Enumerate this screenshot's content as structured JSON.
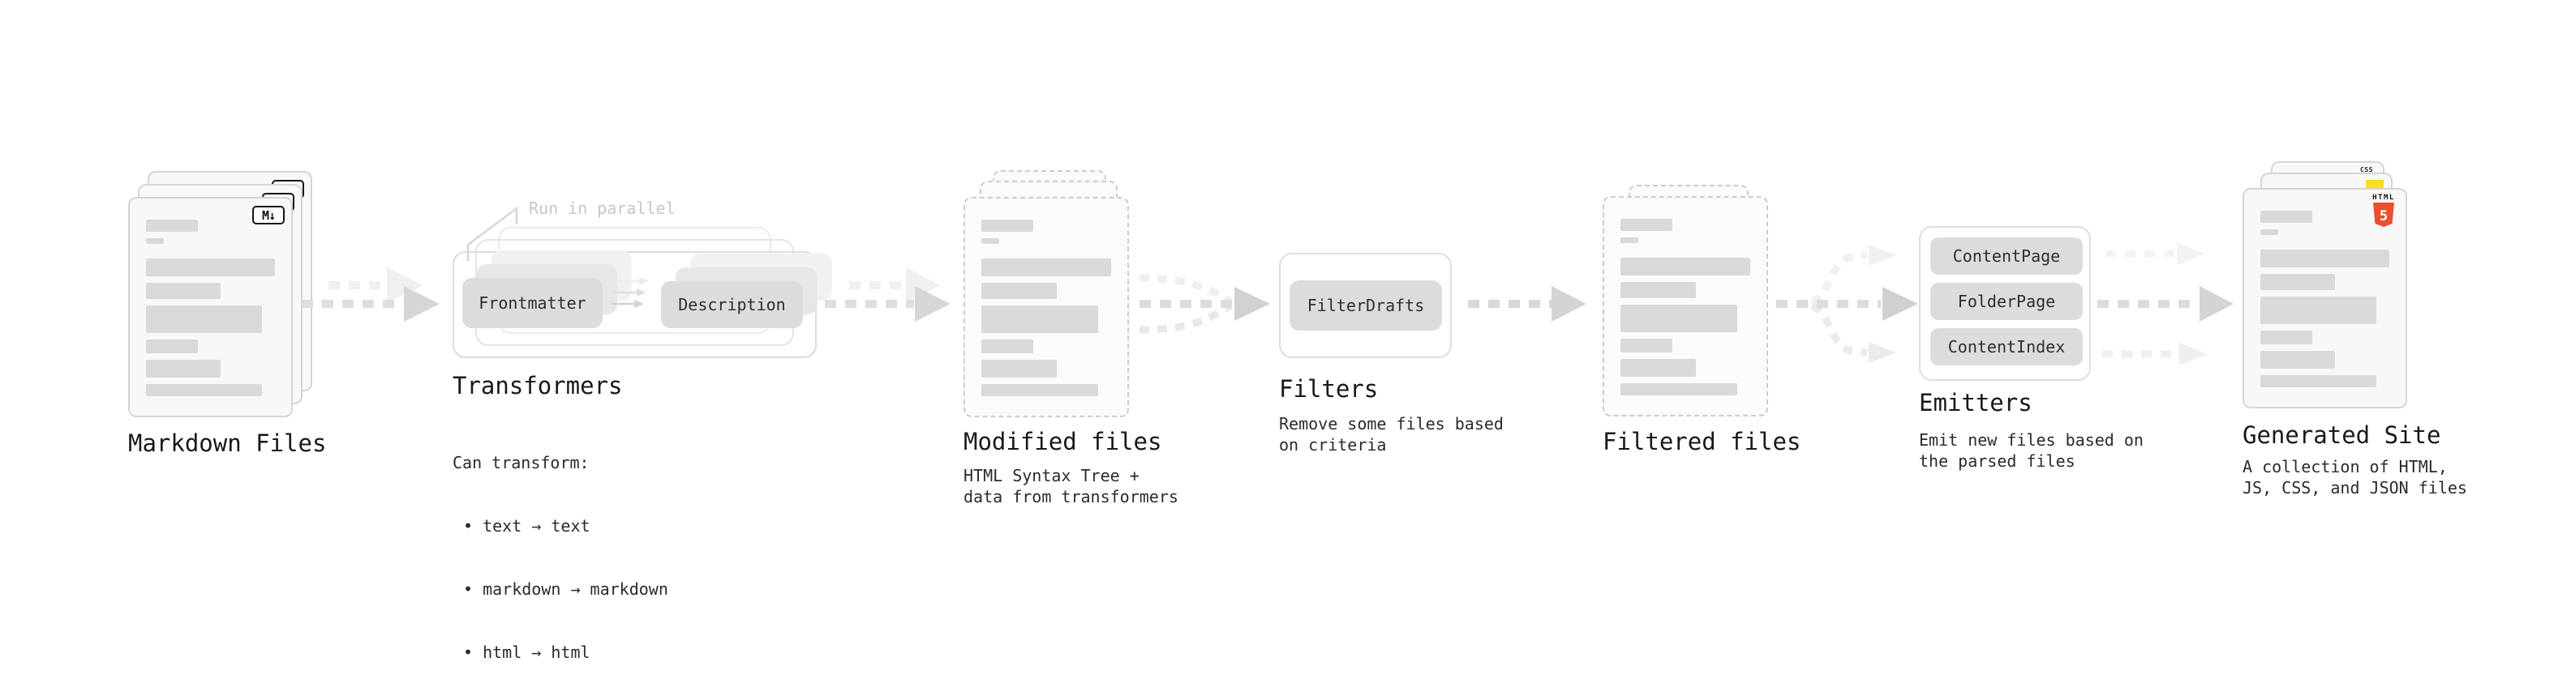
{
  "diagram": {
    "markdown_files": {
      "label": "Markdown Files",
      "badge": "M↓",
      "file_count": 3
    },
    "transformers": {
      "label": "Transformers",
      "callout": "Run in parallel",
      "step_a": "Frontmatter",
      "step_b": "Description",
      "desc_title": "Can transform:",
      "bullets": [
        "• text → text",
        "• markdown → markdown",
        "• html → html"
      ]
    },
    "modified_files": {
      "label": "Modified files",
      "description": "HTML Syntax Tree +\ndata from transformers"
    },
    "filters": {
      "label": "Filters",
      "filter_name": "FilterDrafts",
      "description": "Remove some files based\non criteria"
    },
    "filtered_files": {
      "label": "Filtered files",
      "file_count": 2
    },
    "emitters": {
      "label": "Emitters",
      "emitter_names": [
        "ContentPage",
        "FolderPage",
        "ContentIndex"
      ],
      "description": "Emit new files based on\nthe parsed files"
    },
    "generated_site": {
      "label": "Generated Site",
      "description": "A collection of HTML,\nJS, CSS, and JSON files",
      "badges": {
        "html_label": "HTML",
        "html_number": "5",
        "css_label": "CSS"
      }
    }
  },
  "colors": {
    "js_yellow": "#f7df1e",
    "css_blue": "#2b6bf3",
    "html5_orange": "#e8502e",
    "title_text": "#191919",
    "body_text": "#2b2b2b",
    "muted_text": "#c6c6c6",
    "bar_gray": "#d9d9d9",
    "arrow_gray": "#d6d6d6"
  },
  "file_bars": [
    [
      40,
      15,
      0
    ],
    [
      14,
      7,
      10
    ],
    [
      100,
      22,
      0
    ],
    [
      58,
      20,
      0
    ],
    [
      90,
      34,
      0
    ],
    [
      40,
      17,
      0
    ],
    [
      58,
      22,
      0
    ],
    [
      90,
      15,
      0
    ]
  ]
}
